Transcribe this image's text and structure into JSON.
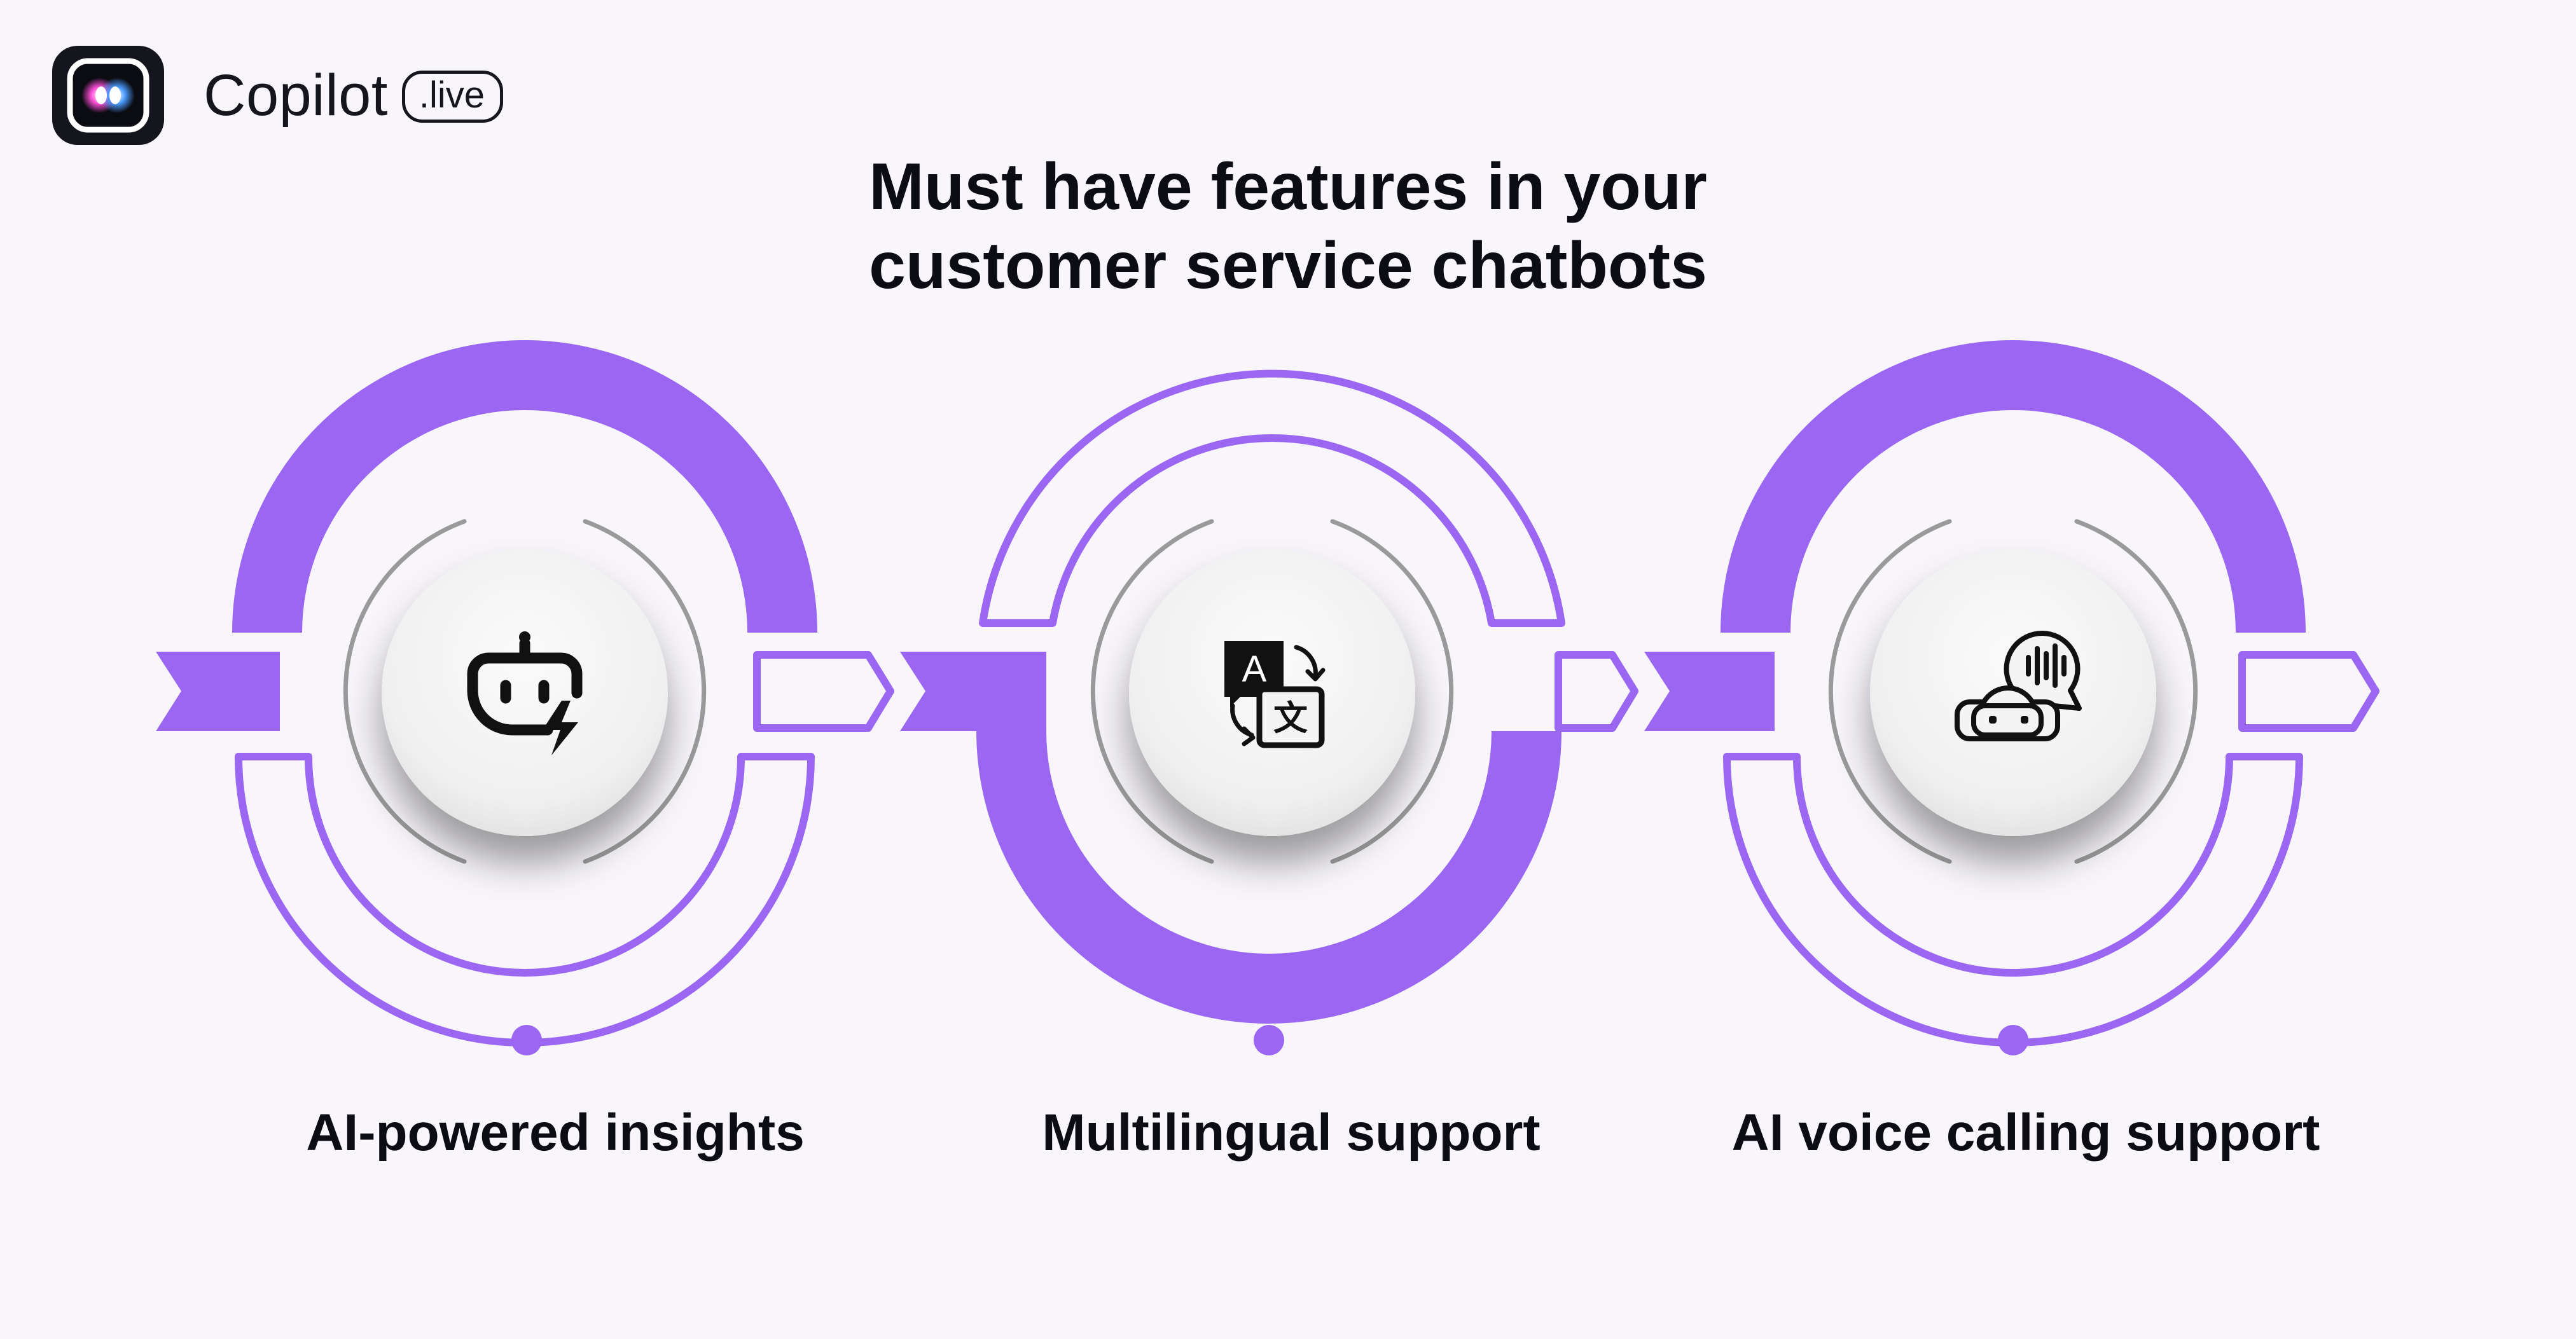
{
  "brand": {
    "name": "Copilot",
    "badge": ".live"
  },
  "title": {
    "line1": "Must have features in your",
    "line2": "customer service chatbots"
  },
  "features": [
    {
      "label": "AI-powered insights",
      "icon": "robot-bolt-icon"
    },
    {
      "label": "Multilingual support",
      "icon": "translate-icon"
    },
    {
      "label": "AI voice calling support",
      "icon": "voice-bot-icon"
    }
  ],
  "colors": {
    "accent": "#9B66F2",
    "background": "#F8F6FB",
    "text": "#0C0C14",
    "ring": "#9A9A9A"
  }
}
